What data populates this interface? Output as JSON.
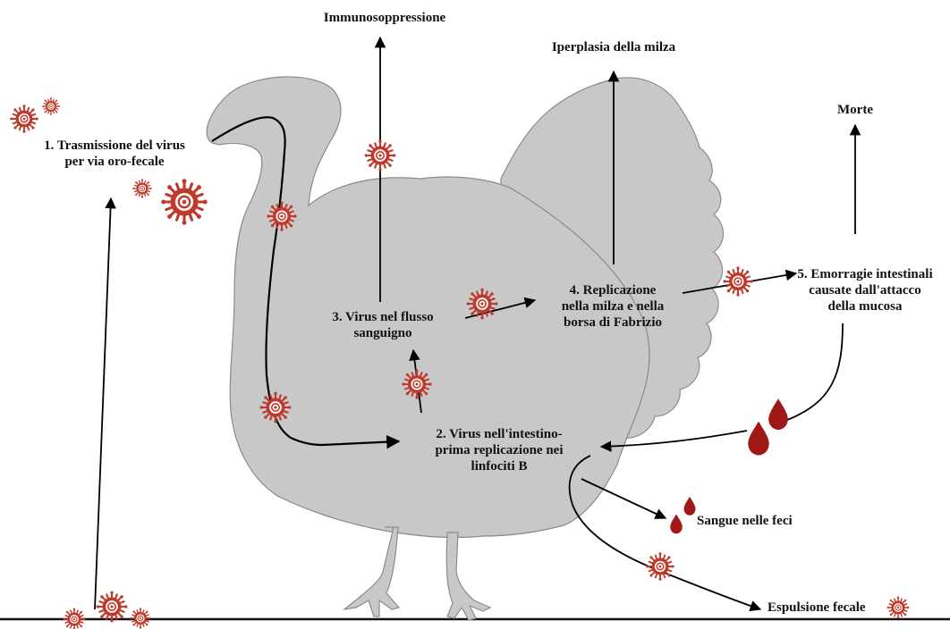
{
  "labels": {
    "step1": [
      "1. Trasmissione del virus",
      "per via oro-fecale"
    ],
    "step2": [
      "2. Virus nell'intestino-",
      "prima replicazione nei",
      "linfociti B"
    ],
    "step3": [
      "3. Virus nel flusso",
      "sanguigno"
    ],
    "step4": [
      "4. Replicazione",
      "nella milza e nella",
      "borsa di Fabrizio"
    ],
    "step5": [
      "5. Emorragie intestinali",
      "causate dall'attacco",
      "della mucosa"
    ],
    "immunosuppression": "Immunosoppressione",
    "spleen_hyperplasia": "Iperplasia della milza",
    "death": "Morte",
    "blood_in_feces": "Sangue nelle feci",
    "fecal_expulsion": "Espulsione fecale"
  },
  "colors": {
    "turkey_body": "#c8c8c8",
    "turkey_outline": "#8a8a8a",
    "virus": "#c0392b",
    "blood": "#a01818",
    "arrow": "#000000"
  }
}
